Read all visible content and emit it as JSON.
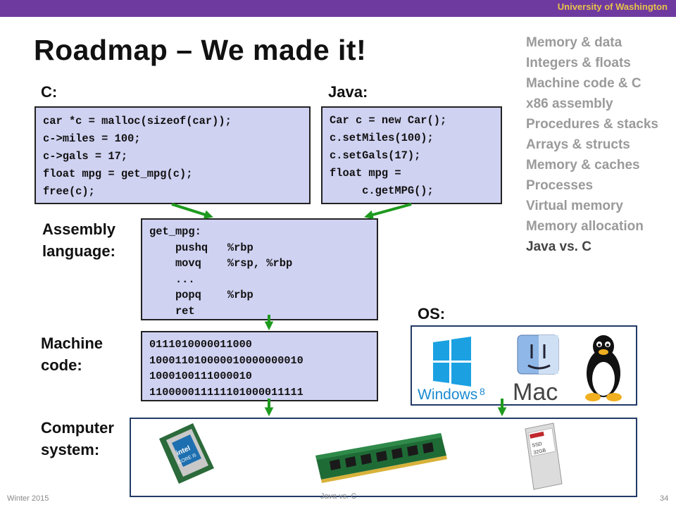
{
  "header": {
    "university": "University of Washington"
  },
  "slide": {
    "title": "Roadmap – We made it!"
  },
  "topics": [
    "Memory & data",
    "Integers & floats",
    "Machine code & C",
    "x86 assembly",
    "Procedures & stacks",
    "Arrays & structs",
    "Memory & caches",
    "Processes",
    "Virtual memory",
    "Memory allocation",
    "Java vs. C"
  ],
  "labels": {
    "c": "C:",
    "java": "Java:",
    "assembly_1": "Assembly",
    "assembly_2": "language:",
    "machine_1": "Machine",
    "machine_2": "code:",
    "os": "OS:",
    "computer_1": "Computer",
    "computer_2": "system:"
  },
  "c_code": [
    "car *c = malloc(sizeof(car));",
    "c->miles = 100;",
    "c->gals = 17;",
    "float mpg = get_mpg(c);",
    "free(c);"
  ],
  "java_code": [
    "Car c = new Car();",
    "c.setMiles(100);",
    "c.setGals(17);",
    "float mpg =",
    "     c.getMPG();"
  ],
  "asm_code": [
    "get_mpg:",
    "    pushq   %rbp",
    "    movq    %rsp, %rbp",
    "    ...",
    "    popq    %rbp",
    "    ret"
  ],
  "machine_code": [
    "0111010000011000",
    "100011010000010000000010",
    "1000100111000010",
    "110000011111101000011111"
  ],
  "os_logos": {
    "windows_text": "Windows",
    "windows_version": "8",
    "mac_text": "Mac"
  },
  "hardware": {
    "cpu_brand": "intel",
    "cpu_model": "CORE i5",
    "ssd_label": "SSD",
    "ssd_size": "32GB"
  },
  "footer": {
    "term": "Winter 2015",
    "topic": "Java vs. C",
    "page": "34"
  },
  "colors": {
    "header_bar": "#6e3aa0",
    "header_text": "#e7c24a",
    "code_bg": "#d0d2f2",
    "arrow": "#1e9a1e",
    "box_border": "#223a66"
  }
}
